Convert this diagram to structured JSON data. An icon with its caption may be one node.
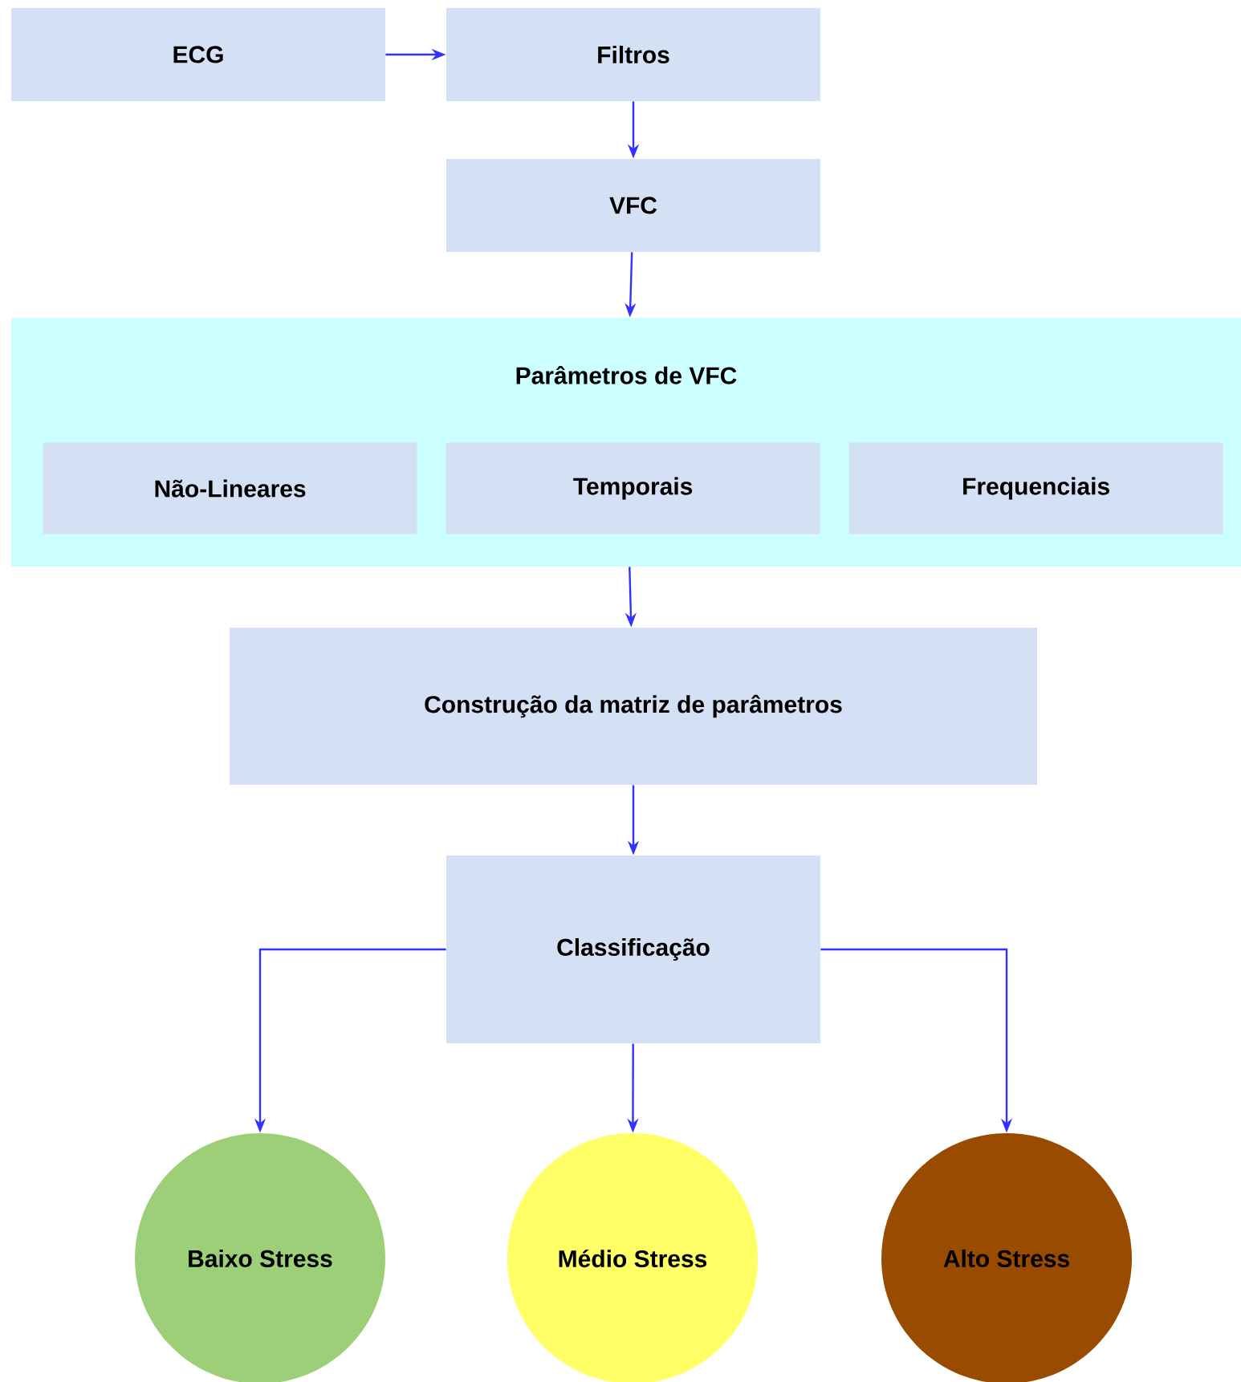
{
  "diagram": {
    "nodes": [
      {
        "text": [
          "ECG"
        ]
      },
      {
        "text": [
          "Filtros"
        ]
      },
      {
        "text": [
          "VFC"
        ]
      },
      {
        "text": [
          "Parâmetros de VFC"
        ]
      },
      {
        "text": [
          "Não-Lineares"
        ],
        "in": 3
      },
      {
        "text": [
          "Temporais"
        ],
        "in": 3
      },
      {
        "text": [
          "Frequenciais"
        ],
        "in": 3
      },
      {
        "text": [
          "Construção da matriz de parâmetros"
        ]
      },
      {
        "text": [
          "Classificação"
        ]
      },
      {
        "text": [
          "Baixo Stress"
        ]
      },
      {
        "text": [
          "Médio Stress"
        ]
      },
      {
        "text": [
          "Alto Stress"
        ]
      }
    ],
    "edges": [
      {
        "from": 0,
        "to": 1,
        "arrow": "to"
      },
      {
        "from": 1,
        "to": 2,
        "arrow": "to"
      },
      {
        "from": 2,
        "to": 3,
        "arrow": "to"
      },
      {
        "from": 3,
        "to": 7,
        "arrow": "to"
      },
      {
        "from": 7,
        "to": 8,
        "arrow": "to"
      },
      {
        "from": 8,
        "to": 9,
        "arrow": "to"
      },
      {
        "from": 8,
        "to": 10,
        "arrow": "to"
      },
      {
        "from": 8,
        "to": 11,
        "arrow": "to"
      }
    ]
  }
}
